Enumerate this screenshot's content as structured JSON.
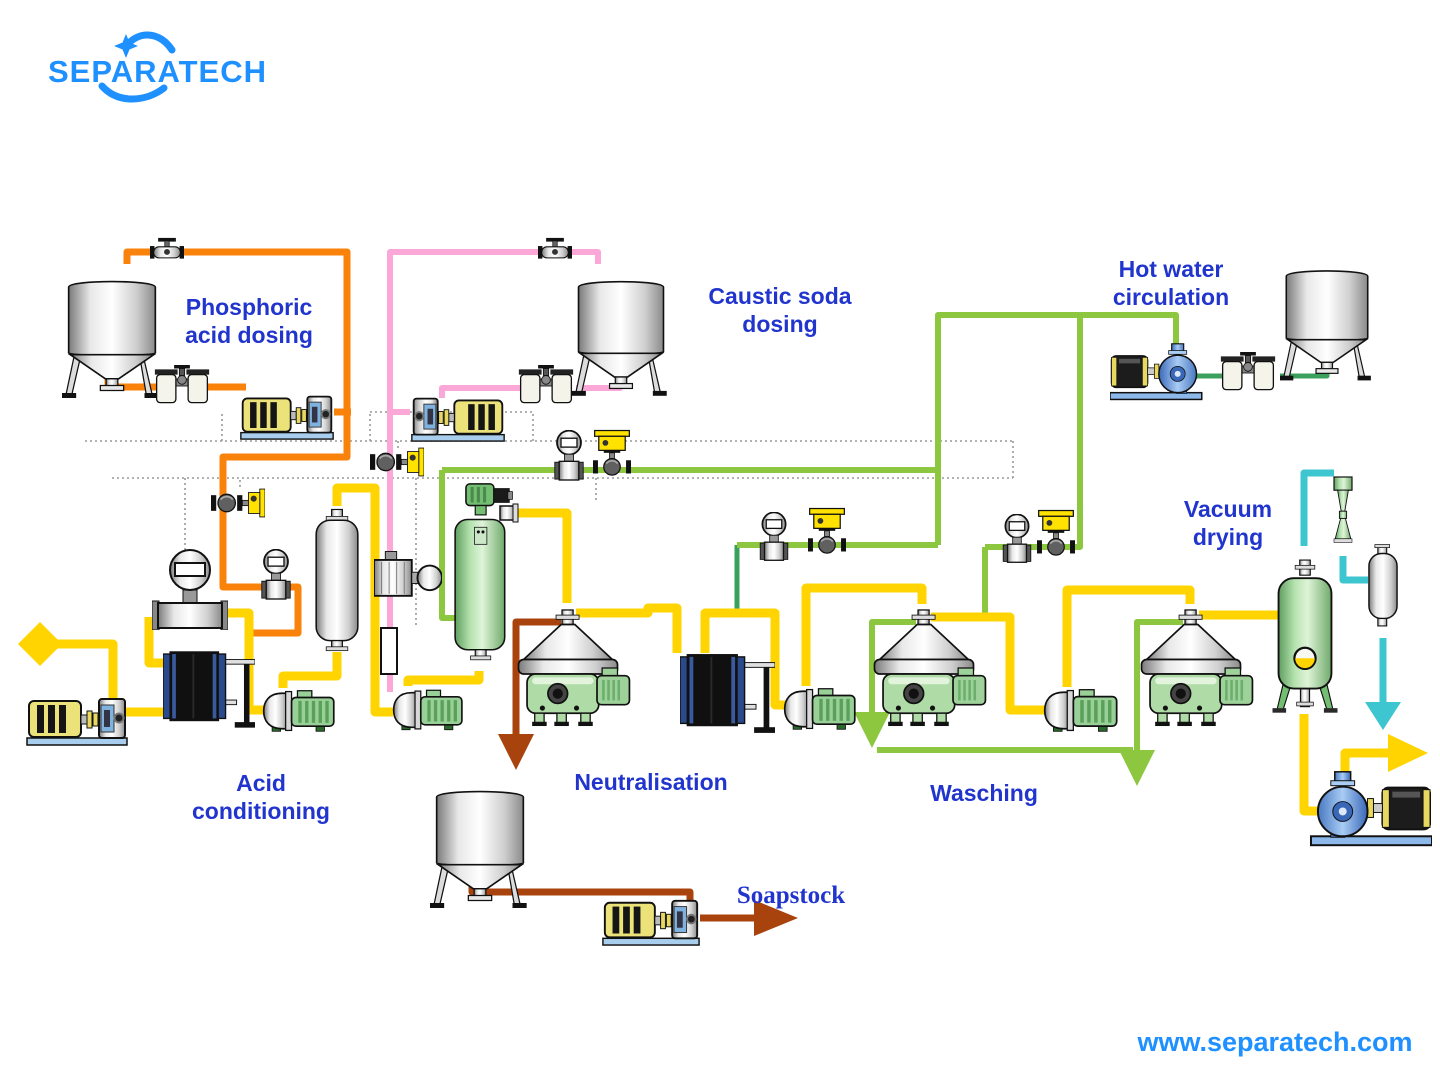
{
  "logo": {
    "text": "SEPARATECH"
  },
  "labels": {
    "phosphoric_1": "Phosphoric",
    "phosphoric_2": "acid dosing",
    "caustic_1": "Caustic soda",
    "caustic_2": "dosing",
    "hot_water_1": "Hot water",
    "hot_water_2": "circulation",
    "vacuum_1": "Vacuum",
    "vacuum_2": "drying",
    "acid_1": "Acid",
    "acid_2": "conditioning",
    "neutralisation": "Neutralisation",
    "washing": "Wasching",
    "soapstock": "Soapstock"
  },
  "footer": {
    "website": "www.separatech.com"
  },
  "colors": {
    "brand_blue": "#1E90FF",
    "label_blue": "#2135CE",
    "pipe_oil_yellow": "#FFD400",
    "pipe_acid_orange": "#F8820A",
    "pipe_caustic_pink": "#FBA8D8",
    "pipe_hot_water_green": "#8DC63F",
    "pipe_water_dark_green": "#3AA05C",
    "pipe_vacuum_teal": "#3EC6D0",
    "pipe_soapstock_brown": "#A8430E"
  },
  "equipment": [
    "phosphoric-acid-tank",
    "caustic-soda-tank",
    "hot-water-tank",
    "soapstock-tank",
    "dosing-pump",
    "feed-pump",
    "process-pump",
    "hot-water-pump",
    "product-pump",
    "duplex-filter",
    "shut-off-valve",
    "control-valve",
    "flow-meter",
    "plate-heat-exchanger",
    "retention-vessel",
    "neutralisation-reactor",
    "disc-separator",
    "vacuum-dryer",
    "steam-ejector",
    "condenser",
    "inline-mixer"
  ]
}
